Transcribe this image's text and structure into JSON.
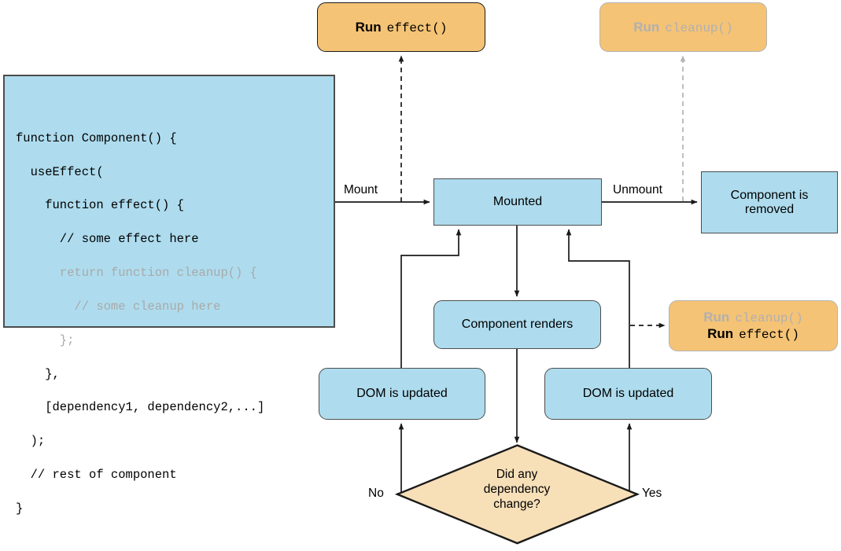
{
  "diagram": {
    "title": "React useEffect lifecycle flowchart",
    "colors": {
      "blue_fill": "#aedcee",
      "orange_fill": "#f5c375",
      "diamond_fill": "#f7dfb8",
      "stroke": "#4d4d4d",
      "dim_text": "#a9a9a9"
    },
    "code_block": {
      "name": "component-code",
      "lines": [
        {
          "text": "function Component() {",
          "dim": false
        },
        {
          "text": "  useEffect(",
          "dim": false
        },
        {
          "text": "    function effect() {",
          "dim": false
        },
        {
          "text": "      // some effect here",
          "dim": false
        },
        {
          "text": "      return function cleanup() {",
          "dim": true
        },
        {
          "text": "        // some cleanup here",
          "dim": true
        },
        {
          "text": "      };",
          "dim": true
        },
        {
          "text": "    },",
          "dim": false
        },
        {
          "text": "    [dependency1, dependency2,...]",
          "dim": false
        },
        {
          "text": "  );",
          "dim": false
        },
        {
          "text": "  // rest of component",
          "dim": false
        },
        {
          "text": "}",
          "dim": false
        }
      ]
    },
    "nodes": {
      "run_effect_top": {
        "run": "Run",
        "fn": "effect()"
      },
      "run_cleanup_top": {
        "run": "Run",
        "fn": "cleanup()"
      },
      "mounted": {
        "label": "Mounted"
      },
      "component_removed": {
        "label": "Component is removed"
      },
      "component_renders": {
        "label": "Component renders"
      },
      "dom_updated_left": {
        "label": "DOM is updated"
      },
      "dom_updated_right": {
        "label": "DOM is updated"
      },
      "run_cleanup_effect": {
        "line1_run": "Run",
        "line1_fn": "cleanup()",
        "line2_run": "Run",
        "line2_fn": "effect()"
      },
      "decision": {
        "label": "Did any\ndependency\nchange?"
      }
    },
    "edge_labels": {
      "mount": "Mount",
      "unmount": "Unmount",
      "no": "No",
      "yes": "Yes"
    }
  }
}
